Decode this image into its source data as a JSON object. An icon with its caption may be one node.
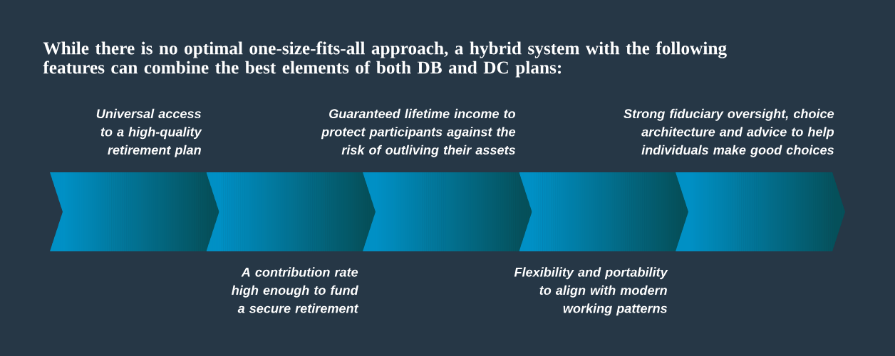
{
  "diagram": {
    "title": "While there is no optimal one-size-fits-all approach, a hybrid system with the following features can combine the best elements of both DB and DC plans:",
    "nodes": [
      {
        "text": [],
        "shape": "chevron",
        "beside": [
          "Universal access to a high-quality retirement plan"
        ]
      },
      {
        "text": [],
        "shape": "chevron",
        "beside": [
          "A contribution rate high enough to fund a secure retirement"
        ]
      },
      {
        "text": [],
        "shape": "chevron",
        "beside": [
          "Guaranteed lifetime income to protect participants against the risk of outliving their assets"
        ]
      },
      {
        "text": [],
        "shape": "chevron",
        "beside": [
          "Flexibility and portability to align with modern working patterns"
        ]
      },
      {
        "text": [],
        "shape": "chevron",
        "beside": [
          "Strong fiduciary oversight, choice architecture and advice to help individuals make good choices"
        ]
      }
    ]
  }
}
